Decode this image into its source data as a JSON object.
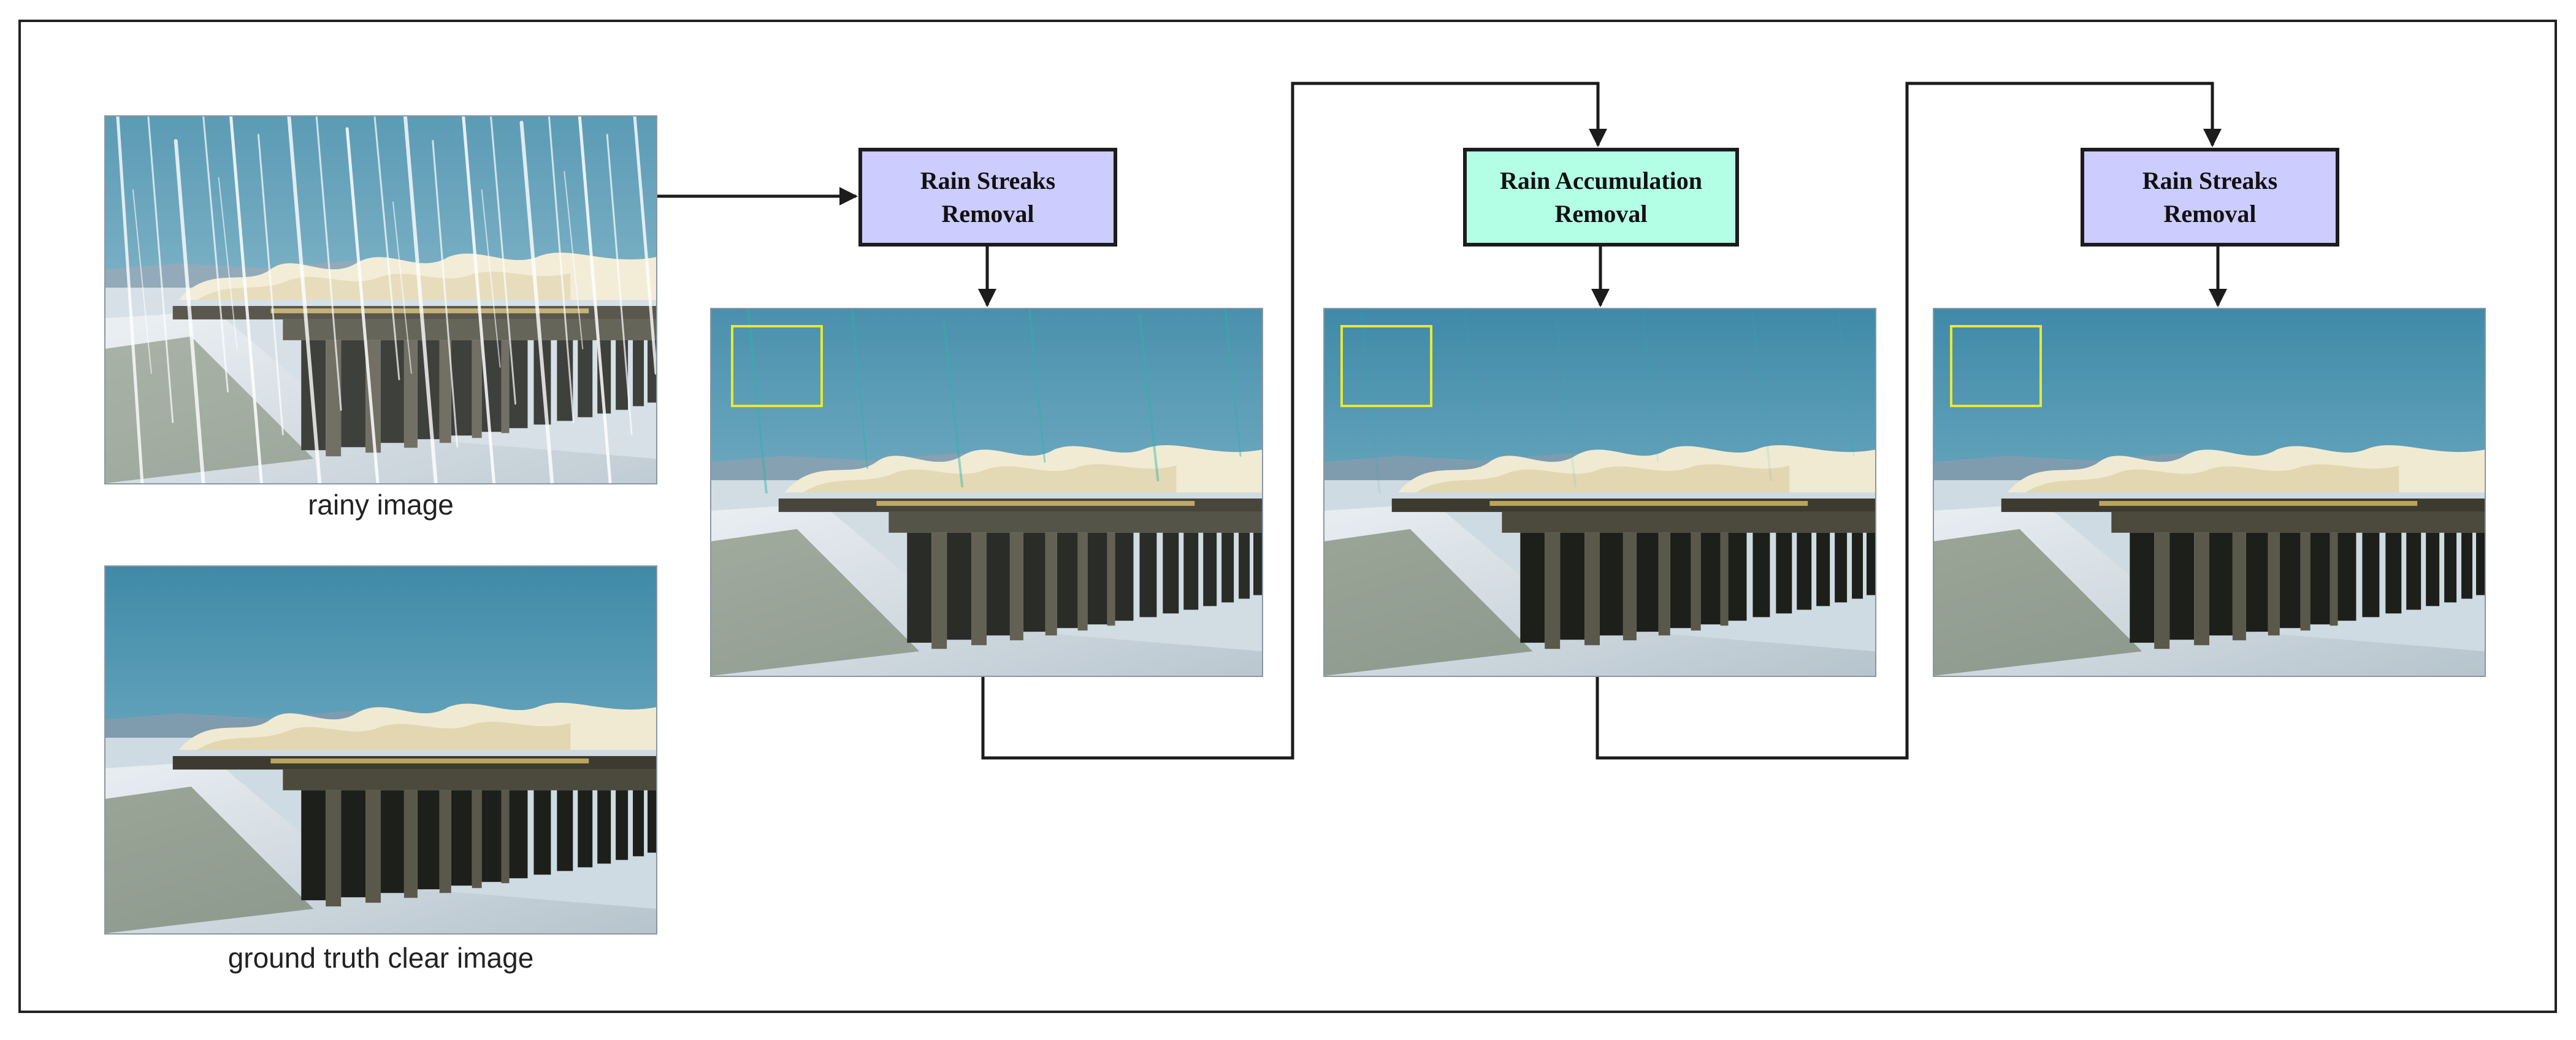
{
  "diagram": {
    "colors": {
      "streak_box": "#ccccff",
      "accum_box": "#b3ffe6",
      "stroke": "#1c1c1c",
      "roi": "#e8e834"
    },
    "inputs": {
      "rainy_caption": "rainy image",
      "clear_caption": "ground truth clear image"
    },
    "stages": [
      {
        "label": "Rain Streaks\nRemoval",
        "kind": "streak"
      },
      {
        "label": "Rain Accumulation\nRemoval",
        "kind": "accumulation"
      },
      {
        "label": "Rain Streaks\nRemoval",
        "kind": "streak"
      }
    ]
  }
}
